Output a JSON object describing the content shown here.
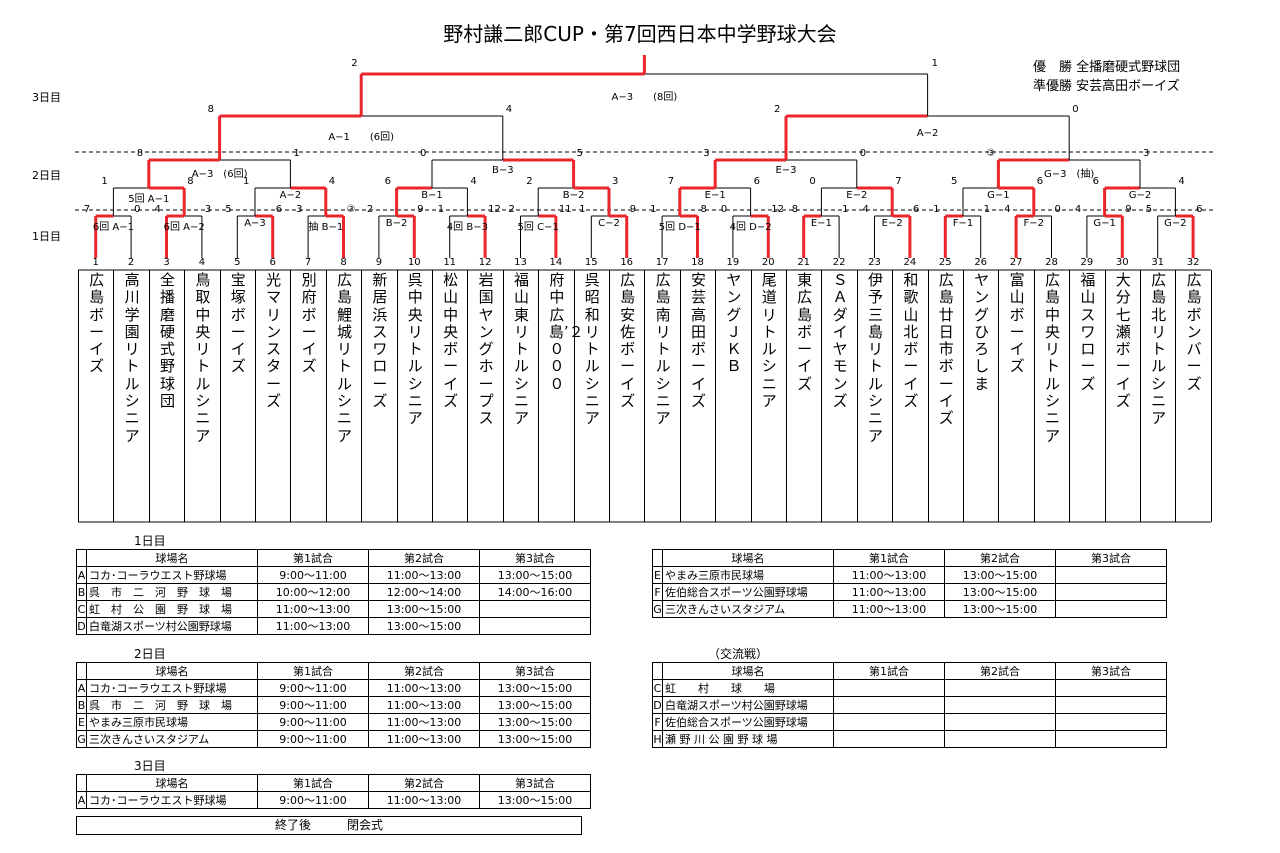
{
  "title": "野村謙二郎CUP・第7回西日本中学野球大会",
  "results": {
    "champion_label": "優　勝",
    "champion": "全播磨硬式野球団",
    "runnerup_label": "準優勝",
    "runnerup": "安芸高田ボーイズ"
  },
  "day_labels": {
    "day3": "3日目",
    "day2": "2日目",
    "day1": "1日目"
  },
  "teams": [
    "広島ボーイズ",
    "高川学園リトルシニア",
    "全播磨硬式野球団",
    "鳥取中央リトルシニア",
    "宝塚ボーイズ",
    "光マリンスターズ",
    "別府ボーイズ",
    "広島鯉城リトルシニア",
    "新居浜スワローズ",
    "呉中央リトルシニア",
    "松山中央ボーイズ",
    "岩国ヤングホープス",
    "福山東リトルシニア",
    "府中広島’２０００",
    "呉昭和リトルシニア",
    "広島安佐ボーイズ",
    "広島南リトルシニア",
    "安芸高田ボーイズ",
    "ヤングＪＫＢ",
    "尾道リトルシニア",
    "東広島ボーイズ",
    "ＳＡダイヤモンズ",
    "伊予三島リトルシニア",
    "和歌山北ボーイズ",
    "広島廿日市ボーイズ",
    "ヤングひろしま",
    "富山ボーイズ",
    "広島中央リトルシニア",
    "福山スワローズ",
    "大分七瀬ボーイズ",
    "広島北リトルシニア",
    "広島ボンバーズ"
  ],
  "team_numbers": [
    "1",
    "2",
    "3",
    "4",
    "5",
    "6",
    "7",
    "8",
    "9",
    "10",
    "11",
    "12",
    "13",
    "14",
    "15",
    "16",
    "17",
    "18",
    "19",
    "20",
    "21",
    "22",
    "23",
    "24",
    "25",
    "26",
    "27",
    "28",
    "29",
    "30",
    "31",
    "32"
  ],
  "round1_scores": [
    {
      "l": "7",
      "r": "0"
    },
    {
      "l": "4",
      "r": "3"
    },
    {
      "l": "5",
      "r": "6"
    },
    {
      "l": "3",
      "r": "③"
    },
    {
      "l": "2",
      "r": "9"
    },
    {
      "l": "1",
      "r": "12"
    },
    {
      "l": "2",
      "r": "11"
    },
    {
      "l": "1",
      "r": "9"
    },
    {
      "l": "1",
      "r": "8"
    },
    {
      "l": "0",
      "r": "12"
    },
    {
      "l": "8",
      "r": "1"
    },
    {
      "l": "4",
      "r": "6"
    },
    {
      "l": "1",
      "r": "1"
    },
    {
      "l": "4",
      "r": "0"
    },
    {
      "l": "4",
      "r": "9"
    },
    {
      "l": "5",
      "r": "6"
    }
  ],
  "round1_games": [
    "6回 A−1",
    "6回 A−2",
    "A−3",
    "抽 B−1",
    "B−2",
    "4回 B−3",
    "5回 C−1",
    "C−2",
    "5回 D−1",
    "4回 D−2",
    "E−1",
    "E−2",
    "F−1",
    "F−2",
    "G−1",
    "G−2"
  ],
  "round2_scores": [
    {
      "l": "1",
      "r": "8"
    },
    {
      "l": "1",
      "r": "4"
    },
    {
      "l": "6",
      "r": "4"
    },
    {
      "l": "2",
      "r": "3"
    },
    {
      "l": "7",
      "r": "6"
    },
    {
      "l": "0",
      "r": "7"
    },
    {
      "l": "5",
      "r": "6"
    },
    {
      "l": "6",
      "r": "4"
    }
  ],
  "round2_games": [
    "5回 A−1",
    "A−2",
    "B−1",
    "B−2",
    "E−1",
    "E−2",
    "G−1",
    "G−2"
  ],
  "round3_scores": [
    {
      "l": "8",
      "r": "1"
    },
    {
      "l": "0",
      "r": "5"
    },
    {
      "l": "3",
      "r": "0"
    },
    {
      "l": "③",
      "r": "3"
    }
  ],
  "round3_games": [
    "A−3　(6回)",
    "B−3",
    "E−3",
    "G−3　(抽)"
  ],
  "round4_scores": [
    {
      "l": "8",
      "r": "4"
    },
    {
      "l": "2",
      "r": "0"
    }
  ],
  "round4_games": [
    "A−1　　(6回)",
    "A−2"
  ],
  "final_score": {
    "l": "2",
    "r": "1"
  },
  "final_game": "A−3　　(8回)",
  "schedule": {
    "day1_label": "1日目",
    "day2_label": "2日目",
    "day3_label": "3日目",
    "exchange_label": "（交流戦）",
    "headers": [
      "球場名",
      "第1試合",
      "第2試合",
      "第3試合"
    ],
    "day1": [
      [
        "A",
        "コカ･コーラウエスト野球場",
        "9:00〜11:00",
        "11:00〜13:00",
        "13:00〜15:00"
      ],
      [
        "B",
        "呉　市　二　河　野　球　場",
        "10:00〜12:00",
        "12:00〜14:00",
        "14:00〜16:00"
      ],
      [
        "C",
        "虹　村　公　園　野　球　場",
        "11:00〜13:00",
        "13:00〜15:00",
        ""
      ],
      [
        "D",
        "白竜湖スポーツ村公園野球場",
        "11:00〜13:00",
        "13:00〜15:00",
        ""
      ]
    ],
    "day1_right": [
      [
        "E",
        "やまみ三原市民球場",
        "11:00〜13:00",
        "13:00〜15:00",
        ""
      ],
      [
        "F",
        "佐伯総合スポーツ公園野球場",
        "11:00〜13:00",
        "13:00〜15:00",
        ""
      ],
      [
        "G",
        "三次きんさいスタジアム",
        "11:00〜13:00",
        "13:00〜15:00",
        ""
      ]
    ],
    "day2": [
      [
        "A",
        "コカ･コーラウエスト野球場",
        "9:00〜11:00",
        "11:00〜13:00",
        "13:00〜15:00"
      ],
      [
        "B",
        "呉　市　二　河　野　球　場",
        "9:00〜11:00",
        "11:00〜13:00",
        "13:00〜15:00"
      ],
      [
        "E",
        "やまみ三原市民球場",
        "9:00〜11:00",
        "11:00〜13:00",
        "13:00〜15:00"
      ],
      [
        "G",
        "三次きんさいスタジアム",
        "9:00〜11:00",
        "11:00〜13:00",
        "13:00〜15:00"
      ]
    ],
    "exchange": [
      [
        "C",
        "虹　　村　　球　　場",
        "",
        "",
        ""
      ],
      [
        "D",
        "白竜湖スポーツ村公園野球場",
        "",
        "",
        ""
      ],
      [
        "F",
        "佐伯総合スポーツ公園野球場",
        "",
        "",
        ""
      ],
      [
        "H",
        "瀬 野 川 公 園 野 球 場",
        "",
        "",
        ""
      ]
    ],
    "day3": [
      [
        "A",
        "コカ･コーラウエスト野球場",
        "9:00〜11:00",
        "11:00〜13:00",
        "13:00〜15:00"
      ]
    ],
    "closing": "終了後　　　閉会式"
  },
  "colors": {
    "winner_line": "#e8262b",
    "line": "#000000"
  }
}
